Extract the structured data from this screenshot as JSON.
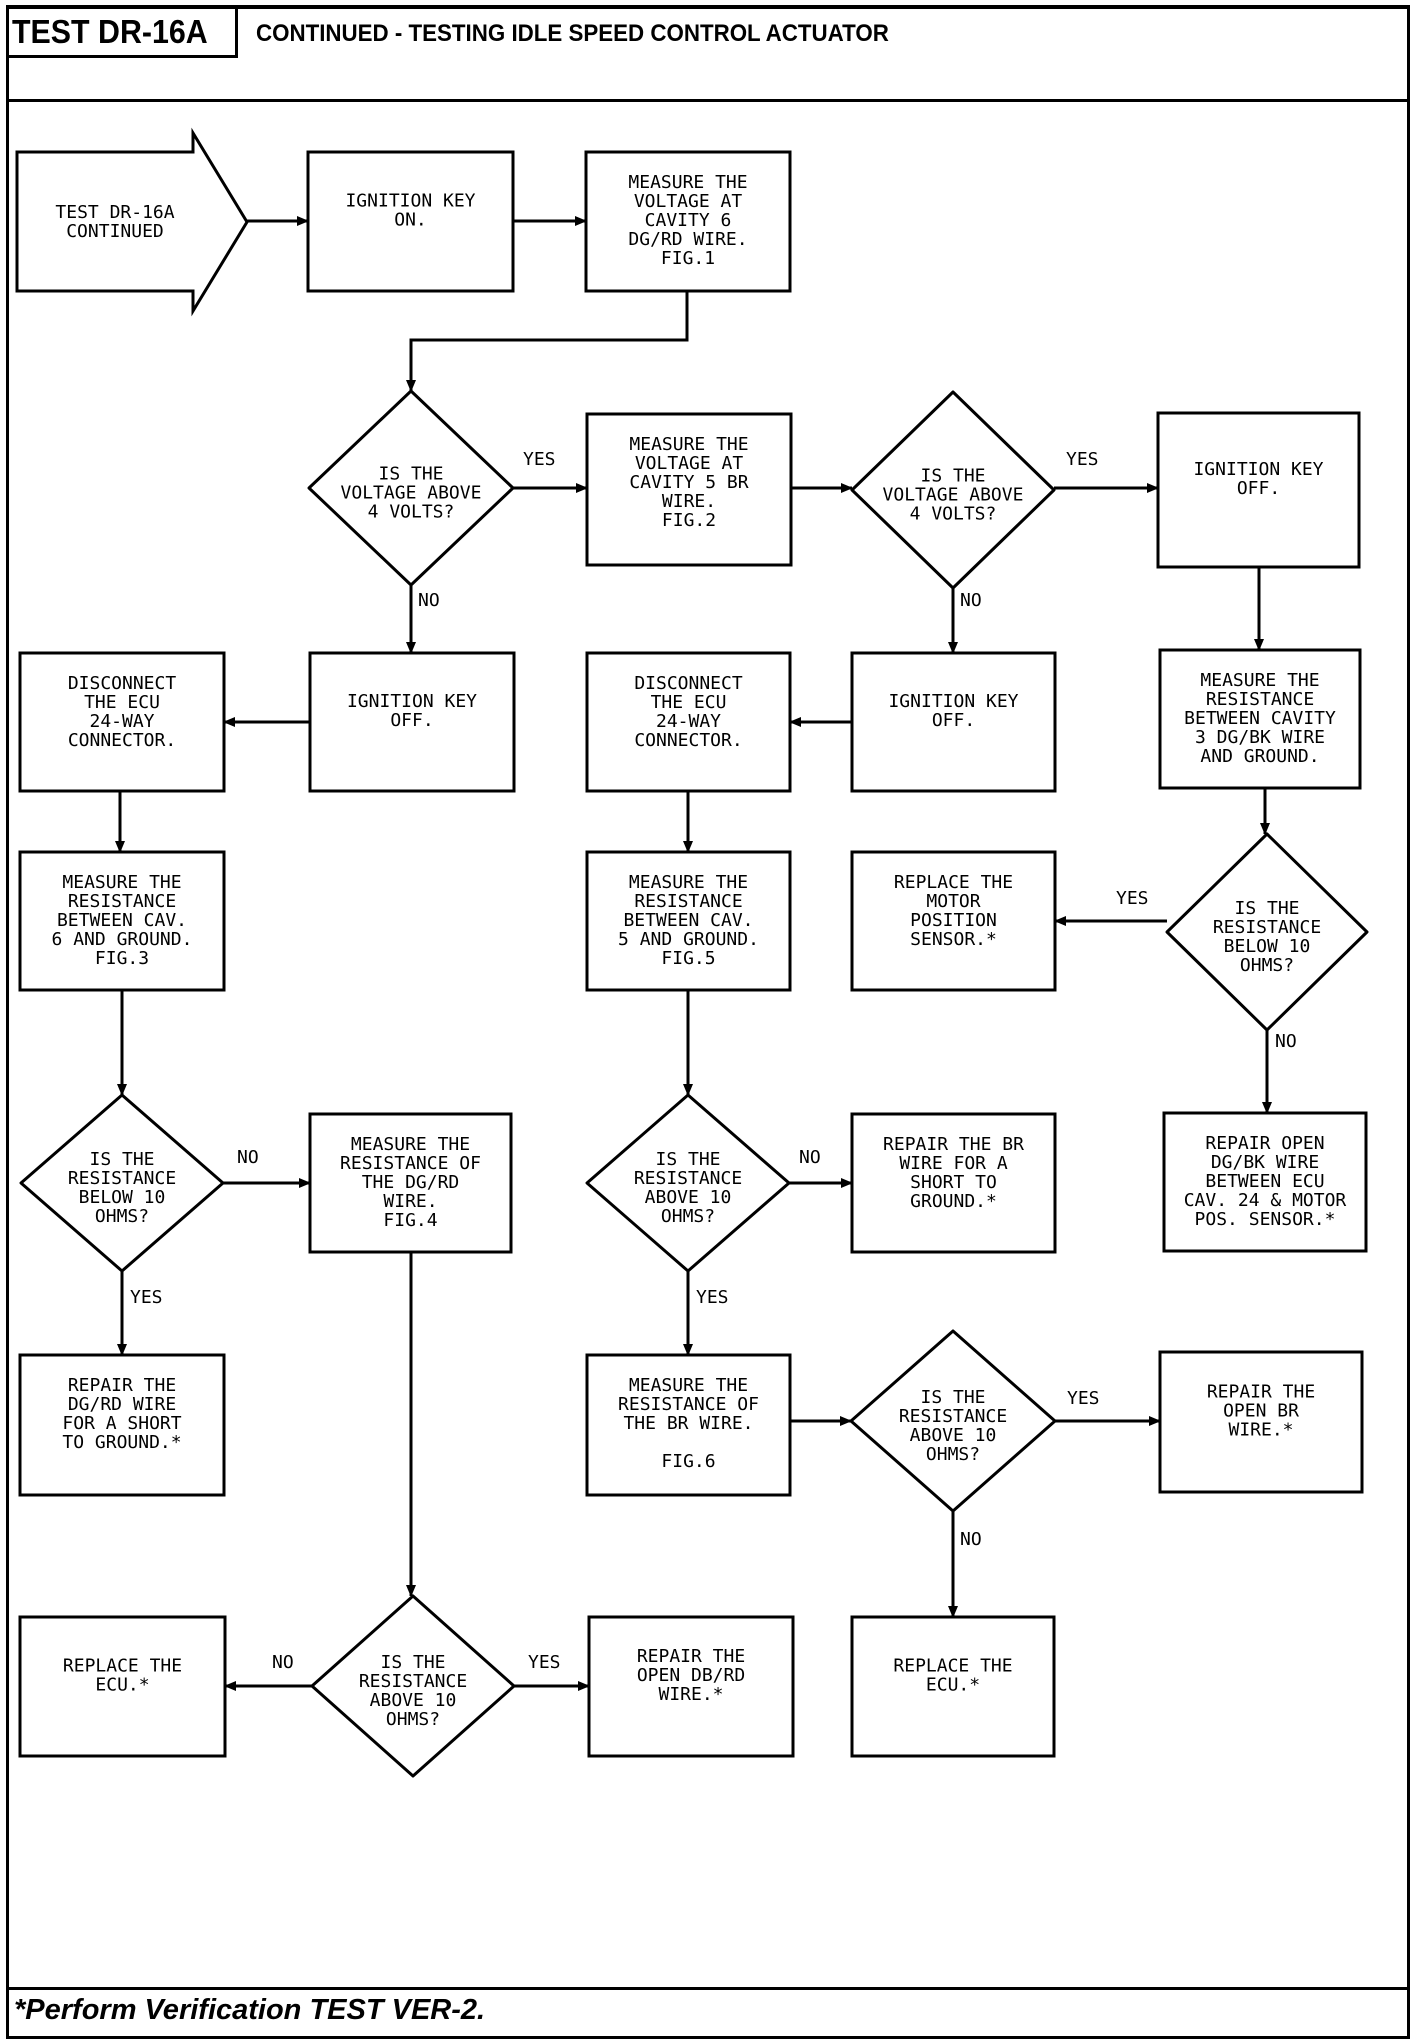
{
  "header": {
    "test_id": "TEST DR-16A",
    "title": "CONTINUED - TESTING IDLE SPEED CONTROL ACTUATOR"
  },
  "footer": {
    "note": "*Perform Verification TEST VER-2."
  },
  "flowchart": {
    "nodes": [
      {
        "id": "start",
        "type": "entry-arrow",
        "lines": [
          "TEST DR-16A",
          "CONTINUED"
        ]
      },
      {
        "id": "ign-on",
        "type": "process",
        "lines": [
          "IGNITION KEY",
          "ON."
        ]
      },
      {
        "id": "measure-cav6-voltage",
        "type": "process",
        "lines": [
          "MEASURE THE",
          "VOLTAGE AT",
          "CAVITY 6",
          "DG/RD WIRE.",
          "FIG.1"
        ]
      },
      {
        "id": "q-voltage-1",
        "type": "decision",
        "lines": [
          "IS THE",
          "VOLTAGE ABOVE",
          "4 VOLTS?"
        ]
      },
      {
        "id": "measure-cav5-voltage",
        "type": "process",
        "lines": [
          "MEASURE THE",
          "VOLTAGE AT",
          "CAVITY 5 BR",
          "WIRE.",
          "FIG.2"
        ]
      },
      {
        "id": "q-voltage-2",
        "type": "decision",
        "lines": [
          "IS THE",
          "VOLTAGE ABOVE",
          "4 VOLTS?"
        ]
      },
      {
        "id": "ign-off-right",
        "type": "process",
        "lines": [
          "IGNITION KEY",
          "OFF."
        ]
      },
      {
        "id": "disconnect-ecu-left",
        "type": "process",
        "lines": [
          "DISCONNECT",
          "THE ECU",
          "24-WAY",
          "CONNECTOR."
        ]
      },
      {
        "id": "ign-off-left",
        "type": "process",
        "lines": [
          "IGNITION KEY",
          "OFF."
        ]
      },
      {
        "id": "disconnect-ecu-mid",
        "type": "process",
        "lines": [
          "DISCONNECT",
          "THE ECU",
          "24-WAY",
          "CONNECTOR."
        ]
      },
      {
        "id": "ign-off-mid",
        "type": "process",
        "lines": [
          "IGNITION KEY",
          "OFF."
        ]
      },
      {
        "id": "measure-cav3-resistance",
        "type": "process",
        "lines": [
          "MEASURE THE",
          "RESISTANCE",
          "BETWEEN CAVITY",
          "3 DG/BK WIRE",
          "AND GROUND."
        ]
      },
      {
        "id": "measure-cav6-resistance",
        "type": "process",
        "lines": [
          "MEASURE THE",
          "RESISTANCE",
          "BETWEEN CAV.",
          "6 AND GROUND.",
          "FIG.3"
        ]
      },
      {
        "id": "measure-cav5-resistance",
        "type": "process",
        "lines": [
          "MEASURE THE",
          "RESISTANCE",
          "BETWEEN CAV.",
          "5 AND GROUND.",
          "FIG.5"
        ]
      },
      {
        "id": "replace-motor-sensor",
        "type": "terminal",
        "lines": [
          "REPLACE THE",
          "MOTOR",
          "POSITION",
          "SENSOR.*"
        ]
      },
      {
        "id": "q-res-below-10-right",
        "type": "decision",
        "lines": [
          "IS THE",
          "RESISTANCE",
          "BELOW 10",
          "OHMS?"
        ]
      },
      {
        "id": "q-res-below-10-left",
        "type": "decision",
        "lines": [
          "IS THE",
          "RESISTANCE",
          "BELOW 10",
          "OHMS?"
        ]
      },
      {
        "id": "measure-dgrd-resistance",
        "type": "process",
        "lines": [
          "MEASURE THE",
          "RESISTANCE OF",
          "THE DG/RD",
          "WIRE.",
          "FIG.4"
        ]
      },
      {
        "id": "q-res-above-10-mid",
        "type": "decision",
        "lines": [
          "IS THE",
          "RESISTANCE",
          "ABOVE 10",
          "OHMS?"
        ]
      },
      {
        "id": "repair-br-short",
        "type": "terminal",
        "lines": [
          "REPAIR THE BR",
          "WIRE FOR A",
          "SHORT TO",
          "GROUND.*"
        ]
      },
      {
        "id": "repair-dgbk-open",
        "type": "terminal",
        "lines": [
          "REPAIR OPEN",
          "DG/BK WIRE",
          "BETWEEN ECU",
          "CAV. 24 & MOTOR",
          "POS. SENSOR.*"
        ]
      },
      {
        "id": "repair-dgrd-short",
        "type": "terminal",
        "lines": [
          "REPAIR THE",
          "DG/RD WIRE",
          "FOR A SHORT",
          "TO GROUND.*"
        ]
      },
      {
        "id": "measure-br-resistance",
        "type": "process",
        "lines": [
          "MEASURE THE",
          "RESISTANCE OF",
          "THE BR WIRE.",
          "",
          "FIG.6"
        ]
      },
      {
        "id": "q-res-above-10-br",
        "type": "decision",
        "lines": [
          "IS THE",
          "RESISTANCE",
          "ABOVE 10",
          "OHMS?"
        ]
      },
      {
        "id": "repair-br-open",
        "type": "terminal",
        "lines": [
          "REPAIR THE",
          "OPEN BR",
          "WIRE.*"
        ]
      },
      {
        "id": "replace-ecu-left",
        "type": "terminal",
        "lines": [
          "REPLACE THE",
          "ECU.*"
        ]
      },
      {
        "id": "q-res-above-10-dgrd",
        "type": "decision",
        "lines": [
          "IS THE",
          "RESISTANCE",
          "ABOVE 10",
          "OHMS?"
        ]
      },
      {
        "id": "repair-dgrd-open",
        "type": "terminal",
        "lines": [
          "REPAIR THE",
          "OPEN DB/RD",
          "WIRE.*"
        ]
      },
      {
        "id": "replace-ecu-right",
        "type": "terminal",
        "lines": [
          "REPLACE THE",
          "ECU.*"
        ]
      }
    ],
    "edge_labels": {
      "yes": "YES",
      "no": "NO"
    },
    "edges": [
      {
        "from": "start",
        "to": "ign-on"
      },
      {
        "from": "ign-on",
        "to": "measure-cav6-voltage"
      },
      {
        "from": "measure-cav6-voltage",
        "to": "q-voltage-1"
      },
      {
        "from": "q-voltage-1",
        "to": "measure-cav5-voltage",
        "label": "YES"
      },
      {
        "from": "q-voltage-1",
        "to": "ign-off-left",
        "label": "NO"
      },
      {
        "from": "measure-cav5-voltage",
        "to": "q-voltage-2"
      },
      {
        "from": "q-voltage-2",
        "to": "ign-off-right",
        "label": "YES"
      },
      {
        "from": "q-voltage-2",
        "to": "ign-off-mid",
        "label": "NO"
      },
      {
        "from": "ign-off-left",
        "to": "disconnect-ecu-left"
      },
      {
        "from": "ign-off-mid",
        "to": "disconnect-ecu-mid"
      },
      {
        "from": "ign-off-right",
        "to": "measure-cav3-resistance"
      },
      {
        "from": "disconnect-ecu-left",
        "to": "measure-cav6-resistance"
      },
      {
        "from": "disconnect-ecu-mid",
        "to": "measure-cav5-resistance"
      },
      {
        "from": "measure-cav3-resistance",
        "to": "q-res-below-10-right"
      },
      {
        "from": "q-res-below-10-right",
        "to": "replace-motor-sensor",
        "label": "YES"
      },
      {
        "from": "q-res-below-10-right",
        "to": "repair-dgbk-open",
        "label": "NO"
      },
      {
        "from": "measure-cav6-resistance",
        "to": "q-res-below-10-left"
      },
      {
        "from": "q-res-below-10-left",
        "to": "measure-dgrd-resistance",
        "label": "NO"
      },
      {
        "from": "q-res-below-10-left",
        "to": "repair-dgrd-short",
        "label": "YES"
      },
      {
        "from": "measure-cav5-resistance",
        "to": "q-res-above-10-mid"
      },
      {
        "from": "q-res-above-10-mid",
        "to": "repair-br-short",
        "label": "NO"
      },
      {
        "from": "q-res-above-10-mid",
        "to": "measure-br-resistance",
        "label": "YES"
      },
      {
        "from": "measure-br-resistance",
        "to": "q-res-above-10-br"
      },
      {
        "from": "q-res-above-10-br",
        "to": "repair-br-open",
        "label": "YES"
      },
      {
        "from": "q-res-above-10-br",
        "to": "replace-ecu-right",
        "label": "NO"
      },
      {
        "from": "measure-dgrd-resistance",
        "to": "q-res-above-10-dgrd"
      },
      {
        "from": "q-res-above-10-dgrd",
        "to": "replace-ecu-left",
        "label": "NO"
      },
      {
        "from": "q-res-above-10-dgrd",
        "to": "repair-dgrd-open",
        "label": "YES"
      }
    ]
  }
}
